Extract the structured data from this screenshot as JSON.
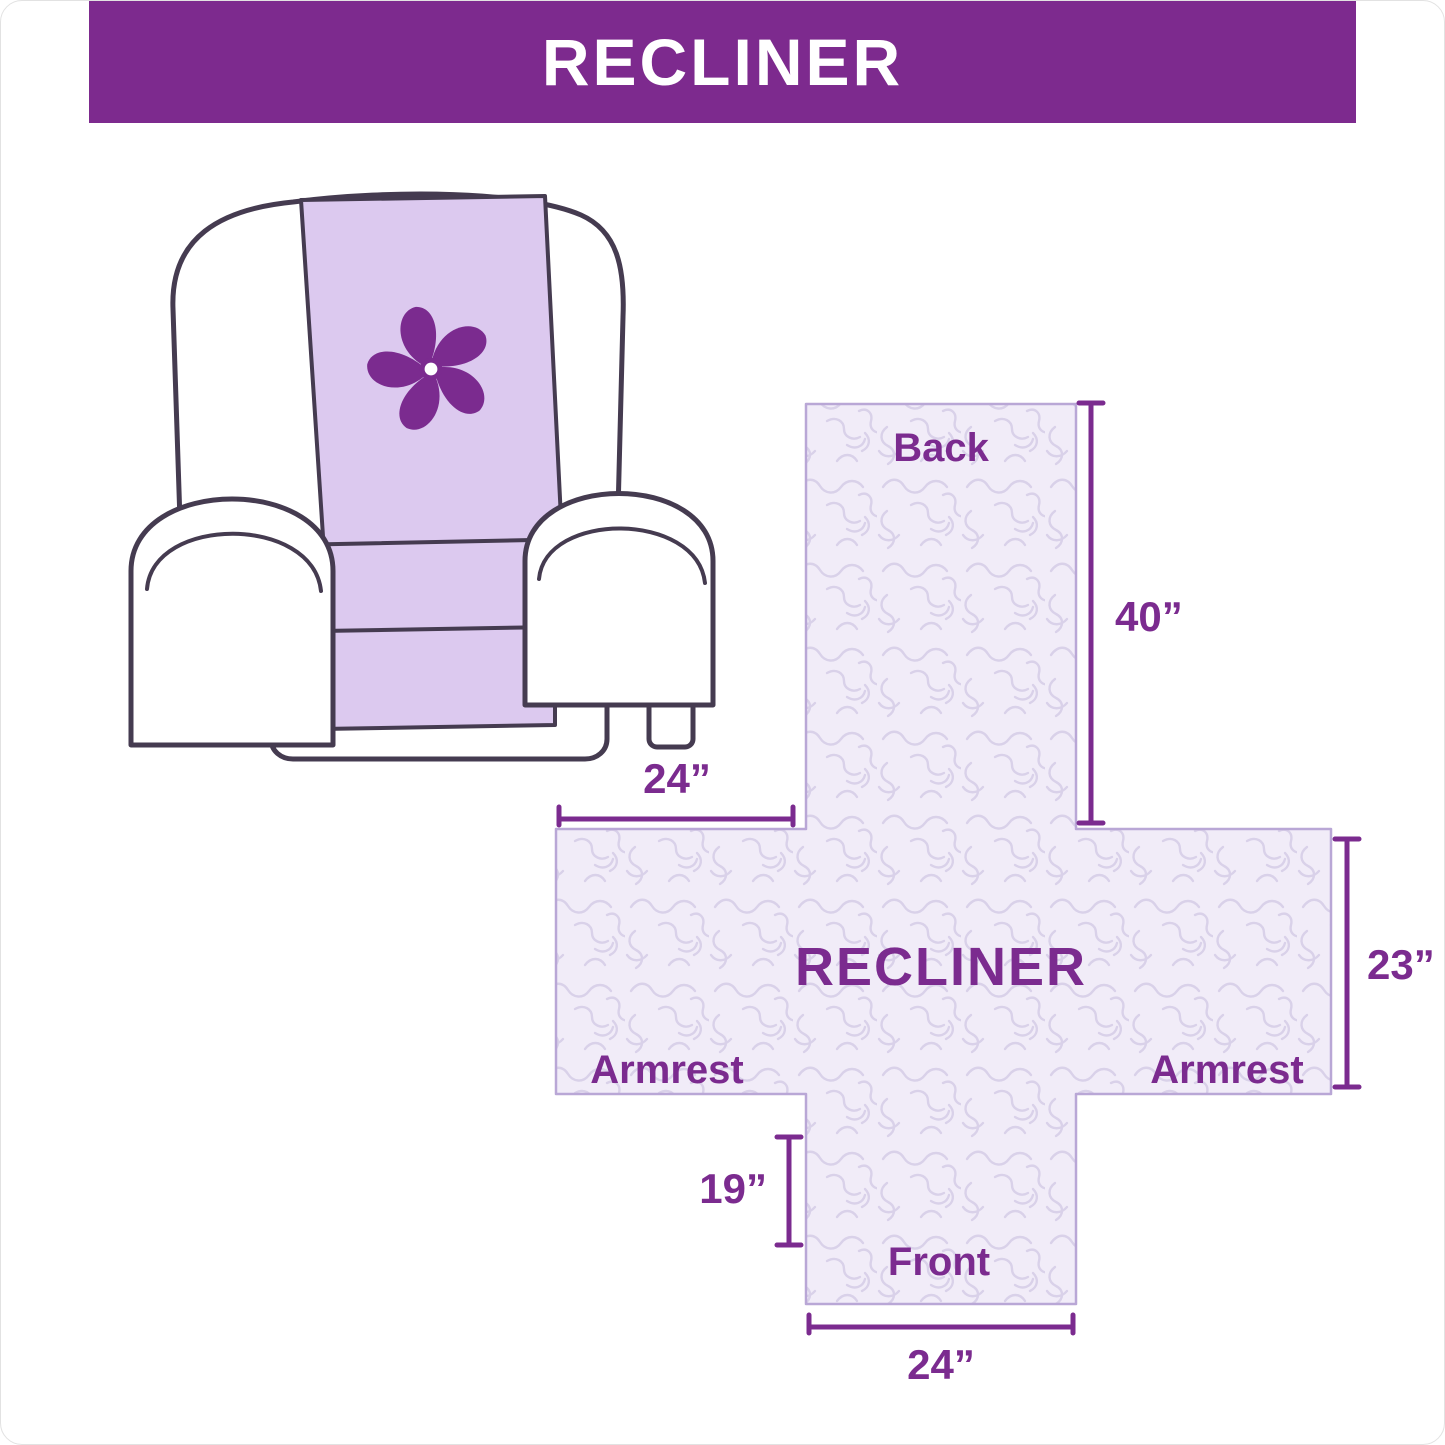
{
  "header": {
    "title": "RECLINER"
  },
  "pattern": {
    "center_label": "RECLINER",
    "back": "Back",
    "front": "Front",
    "armrest_left": "Armrest",
    "armrest_right": "Armrest",
    "dims": {
      "back_height": "40”",
      "back_width": "24”",
      "armrest_depth": "23”",
      "front_height": "19”",
      "front_width": "24”"
    }
  },
  "icons": {
    "pinwheel": "pinwheel-logo-icon"
  },
  "colors": {
    "header_bg": "#7d2a8e",
    "accent_text": "#7b2b8f",
    "chair_cover": "#dcc9ef",
    "chair_outline": "#453b50",
    "pattern_fill": "#f1ecf8",
    "pattern_texture": "#d9d1e9",
    "pattern_outline": "#b9a7d6"
  }
}
